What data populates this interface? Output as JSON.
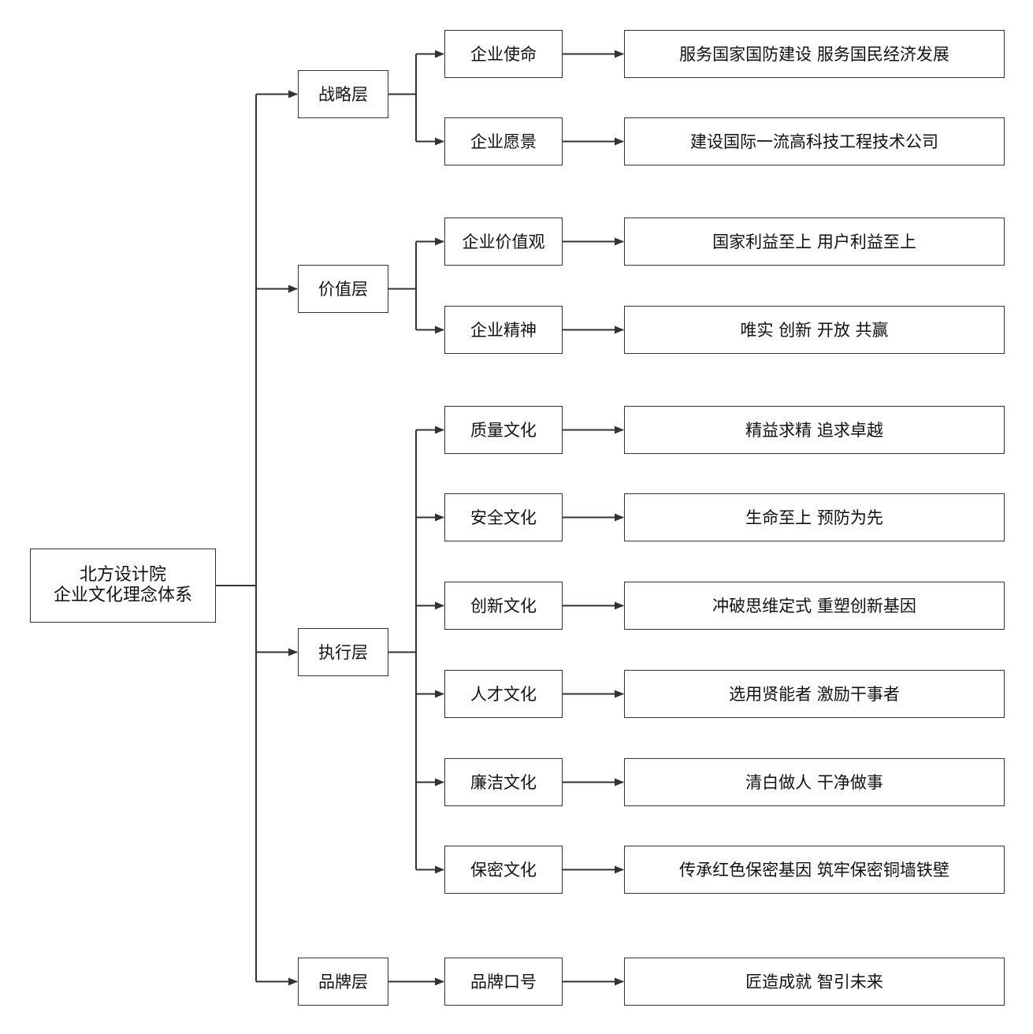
{
  "root": {
    "line1": "北方设计院",
    "line2": "企业文化理念体系"
  },
  "layers": [
    {
      "name": "战略层",
      "items": [
        {
          "label": "企业使命",
          "value": "服务国家国防建设 服务国民经济发展"
        },
        {
          "label": "企业愿景",
          "value": "建设国际一流高科技工程技术公司"
        }
      ]
    },
    {
      "name": "价值层",
      "items": [
        {
          "label": "企业价值观",
          "value": "国家利益至上 用户利益至上"
        },
        {
          "label": "企业精神",
          "value": "唯实 创新 开放 共赢"
        }
      ]
    },
    {
      "name": "执行层",
      "items": [
        {
          "label": "质量文化",
          "value": "精益求精 追求卓越"
        },
        {
          "label": "安全文化",
          "value": "生命至上 预防为先"
        },
        {
          "label": "创新文化",
          "value": "冲破思维定式 重塑创新基因"
        },
        {
          "label": "人才文化",
          "value": "选用贤能者 激励干事者"
        },
        {
          "label": "廉洁文化",
          "value": "清白做人 干净做事"
        },
        {
          "label": "保密文化",
          "value": "传承红色保密基因 筑牢保密铜墙铁壁"
        }
      ]
    },
    {
      "name": "品牌层",
      "items": [
        {
          "label": "品牌口号",
          "value": "匠造成就 智引未来"
        }
      ]
    }
  ],
  "colors": {
    "line": "#333333",
    "border": "#333333",
    "text": "#111111"
  }
}
